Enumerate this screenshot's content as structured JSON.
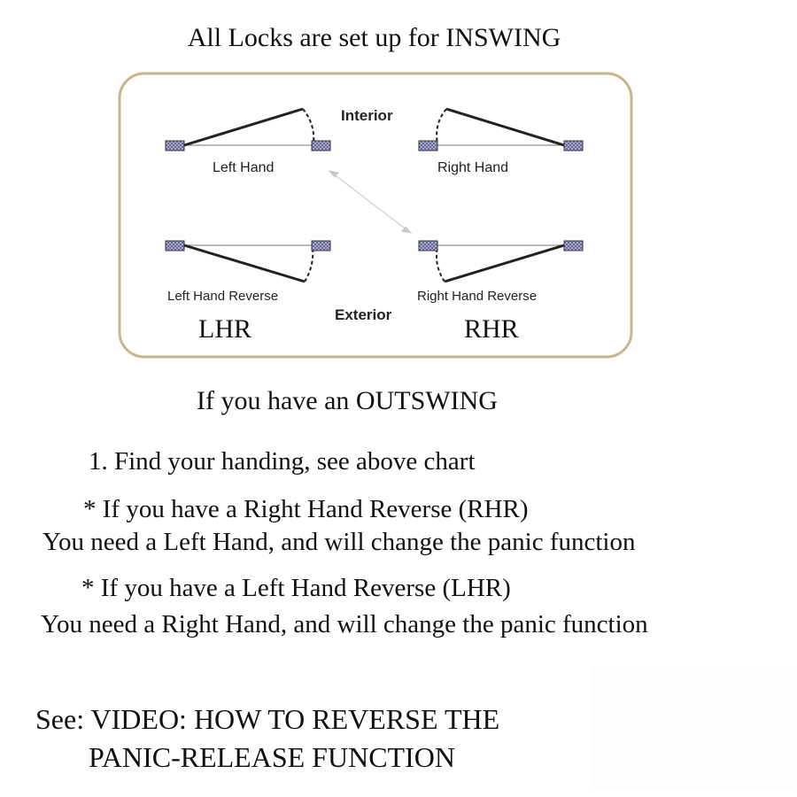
{
  "header": {
    "title": "All Locks are set up for INSWING"
  },
  "diagram": {
    "interior_label": "Interior",
    "exterior_label": "Exterior",
    "quadrants": {
      "left_hand": "Left Hand",
      "right_hand": "Right Hand",
      "left_hand_reverse": "Left Hand Reverse",
      "right_hand_reverse": "Right Hand Reverse"
    },
    "codes": {
      "lhr": "LHR",
      "rhr": "RHR"
    },
    "colors": {
      "frame": "#c9b58a",
      "door": "#222222",
      "hinge": "#8c8cbf"
    }
  },
  "instructions": {
    "heading": "If you have an OUTSWING",
    "step1": "1. Find your handing, see above chart",
    "note_rhr": "* If you have a Right Hand Reverse (RHR)",
    "note_rhr_result": "You need a Left Hand, and will change the panic function",
    "note_lhr": "* If you have a Left Hand Reverse (LHR)",
    "note_lhr_result": "You need a Right Hand, and will change the panic function"
  },
  "footer": {
    "line1": "See: VIDEO: HOW TO REVERSE THE",
    "line2": "PANIC-RELEASE FUNCTION"
  }
}
